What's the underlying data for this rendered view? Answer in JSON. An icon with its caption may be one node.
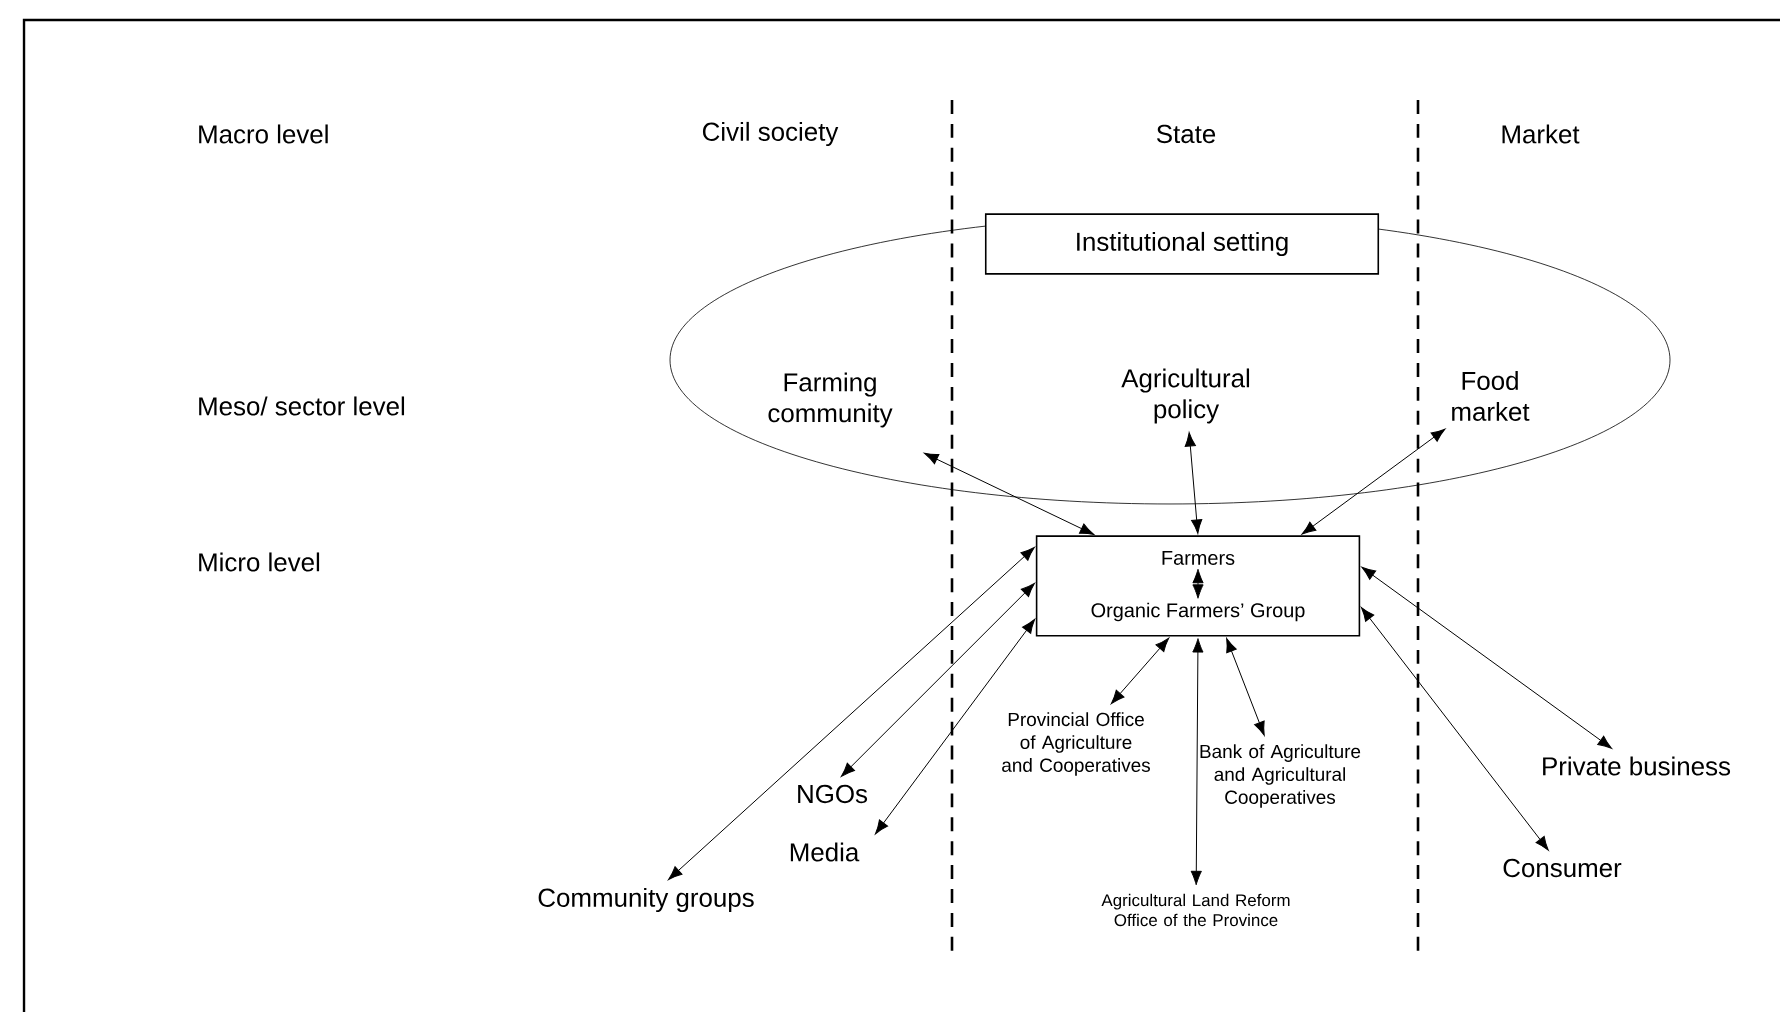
{
  "diagram": {
    "nodes": [
      {
        "text": [
          "Institutional setting"
        ]
      },
      {
        "text": [
          "Farming community"
        ]
      },
      {
        "text": [
          "Agricultural policy"
        ]
      },
      {
        "text": [
          "Food market"
        ]
      },
      {
        "text": [],
        "shape": "box"
      },
      {
        "text": [
          "Farmers"
        ],
        "in": 4
      },
      {
        "text": [
          "Organic Farmers’ Group"
        ],
        "in": 4
      },
      {
        "text": [
          "NGOs"
        ]
      },
      {
        "text": [
          "Media"
        ]
      },
      {
        "text": [
          "Community groups"
        ]
      },
      {
        "text": [
          "Provincial Office of Agriculture and Cooperatives"
        ]
      },
      {
        "text": [
          "Agricultural Land Reform Office of the Province"
        ]
      },
      {
        "text": [
          "Bank of Agriculture and Agricultural Cooperatives"
        ]
      },
      {
        "text": [
          "Private business"
        ]
      },
      {
        "text": [
          "Consumer"
        ]
      }
    ],
    "edges": [
      {
        "from": 1,
        "to": 4,
        "arrow": "both"
      },
      {
        "from": 2,
        "to": 4,
        "arrow": "both"
      },
      {
        "from": 3,
        "to": 4,
        "arrow": "both"
      },
      {
        "from": 5,
        "to": 6,
        "arrow": "both"
      },
      {
        "from": 4,
        "to": 7,
        "arrow": "both"
      },
      {
        "from": 4,
        "to": 8,
        "arrow": "both"
      },
      {
        "from": 4,
        "to": 9,
        "arrow": "both"
      },
      {
        "from": 4,
        "to": 10,
        "arrow": "both"
      },
      {
        "from": 4,
        "to": 11,
        "arrow": "both"
      },
      {
        "from": 4,
        "to": 12,
        "arrow": "both"
      },
      {
        "from": 4,
        "to": 13,
        "arrow": "both"
      },
      {
        "from": 4,
        "to": 14,
        "arrow": "both"
      }
    ],
    "labels": [
      "Macro level",
      "Civil society",
      "State",
      "Market",
      "Meso/ sector level",
      "Micro level"
    ]
  }
}
